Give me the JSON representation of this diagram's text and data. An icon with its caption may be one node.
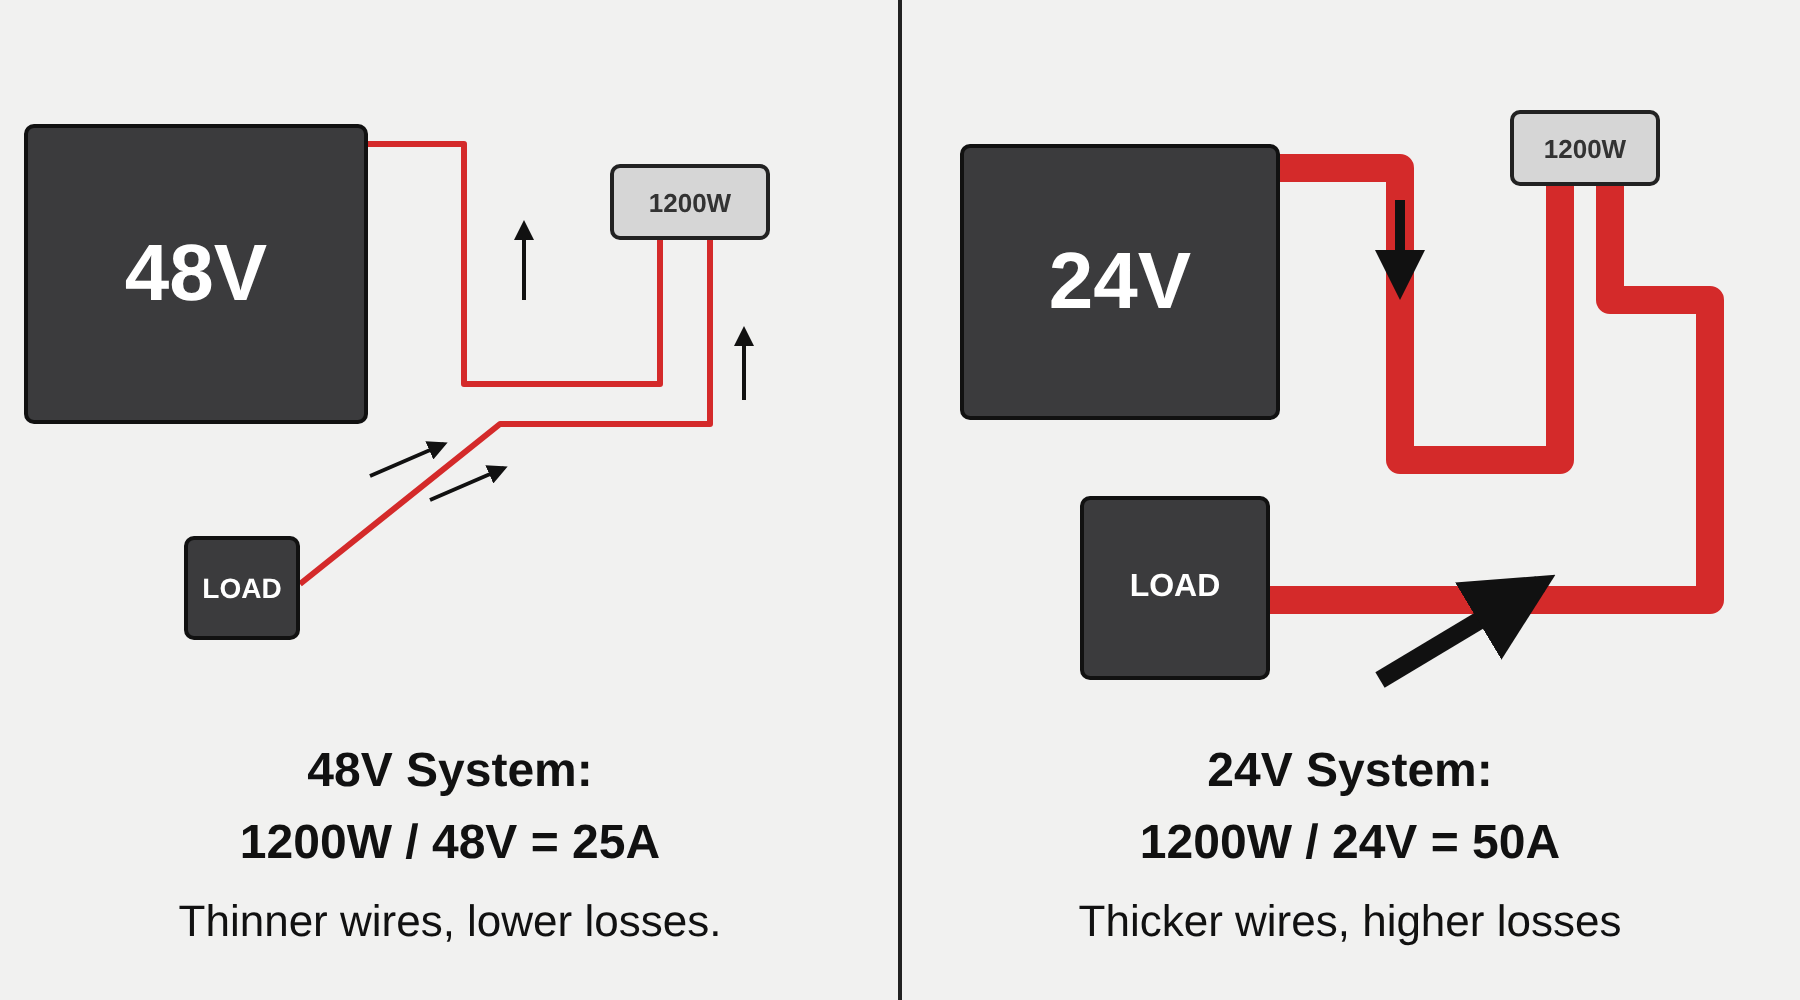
{
  "diagram": {
    "nodes": [
      {
        "text": [
          "48V"
        ]
      },
      {
        "text": [
          "1200W"
        ]
      },
      {
        "text": [
          "LOAD"
        ]
      },
      {
        "text": [
          "24V"
        ]
      },
      {
        "text": [
          "1200W"
        ]
      },
      {
        "text": [
          "LOAD"
        ]
      }
    ],
    "edges": [
      {
        "from": 0,
        "to": 1,
        "arrow": "none"
      },
      {
        "from": 2,
        "to": 1,
        "arrow": "none"
      },
      {
        "from": 3,
        "to": 4,
        "arrow": "none",
        "style": "thick"
      },
      {
        "from": 5,
        "to": 4,
        "arrow": "none",
        "style": "thick"
      }
    ],
    "labels": [
      "48V System:",
      "1200W / 48V = 25A",
      "Thinner wires, lower losses.",
      "24V System:",
      "1200W / 24V = 50A",
      "Thicker wires, higher losses"
    ]
  }
}
